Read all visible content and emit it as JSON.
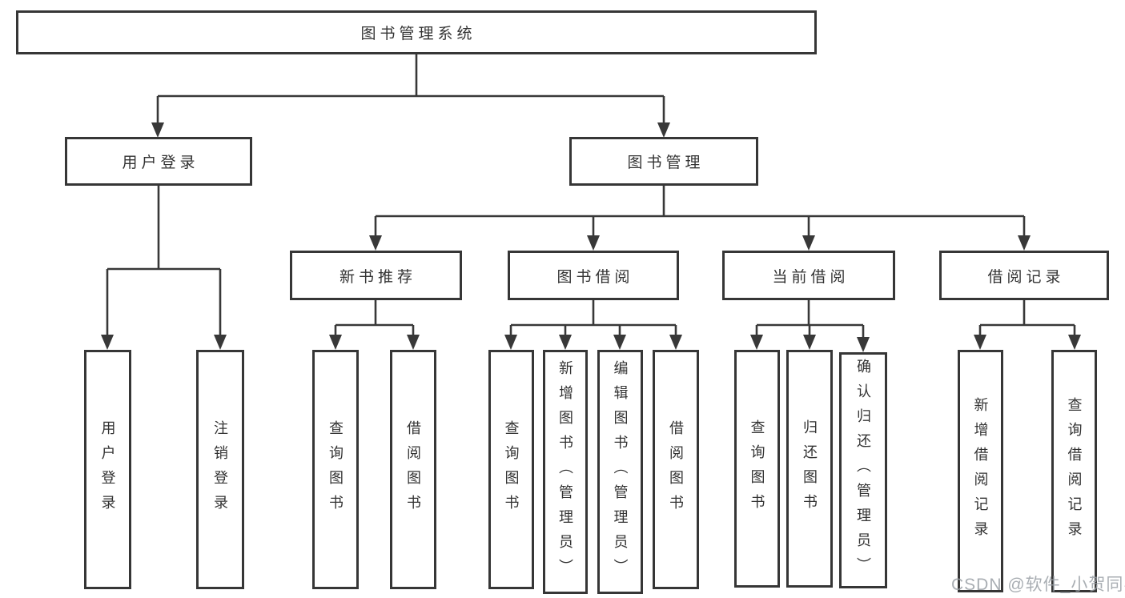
{
  "diagram": {
    "root": {
      "label": "图书管理系统"
    },
    "level2": [
      {
        "label": "用户登录"
      },
      {
        "label": "图书管理"
      }
    ],
    "level3": [
      {
        "label": "新书推荐"
      },
      {
        "label": "图书借阅"
      },
      {
        "label": "当前借阅"
      },
      {
        "label": "借阅记录"
      }
    ],
    "leaves": [
      {
        "label": "用户登录"
      },
      {
        "label": "注销登录"
      },
      {
        "label": "查询图书"
      },
      {
        "label": "借阅图书"
      },
      {
        "label": "查询图书"
      },
      {
        "label": "新增图书（管理员）"
      },
      {
        "label": "编辑图书（管理员）"
      },
      {
        "label": "借阅图书"
      },
      {
        "label": "查询图书"
      },
      {
        "label": "归还图书"
      },
      {
        "label": "确认归还（管理员）"
      },
      {
        "label": "新增借阅记录"
      },
      {
        "label": "查询借阅记录"
      }
    ]
  },
  "watermark": {
    "text": "CSDN @软件_小贺同学"
  },
  "colors": {
    "line": "#383838",
    "box_border": "#363636",
    "text": "#333333",
    "watermark": "#9aa0a6"
  }
}
